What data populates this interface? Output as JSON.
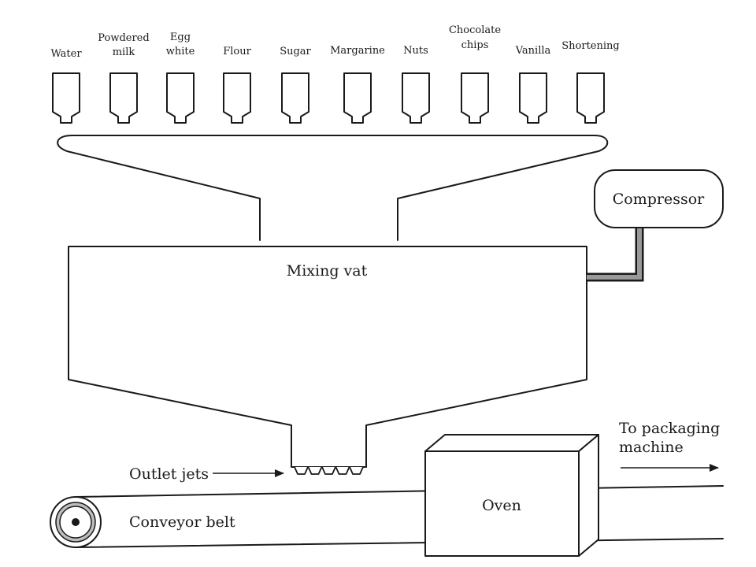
{
  "ingredients": [
    {
      "lines": [
        "Water"
      ]
    },
    {
      "lines": [
        "Powdered",
        "milk"
      ]
    },
    {
      "lines": [
        "Egg",
        "white"
      ]
    },
    {
      "lines": [
        "Flour"
      ]
    },
    {
      "lines": [
        "Sugar"
      ]
    },
    {
      "lines": [
        "Margarine"
      ]
    },
    {
      "lines": [
        "Nuts"
      ]
    },
    {
      "lines": [
        "Chocolate",
        "chips"
      ]
    },
    {
      "lines": [
        "Vanilla"
      ]
    },
    {
      "lines": [
        "Shortening"
      ]
    }
  ],
  "labels": {
    "compressor": "Compressor",
    "mixing_vat": "Mixing vat",
    "outlet_jets": "Outlet jets",
    "conveyor_belt": "Conveyor belt",
    "oven": "Oven",
    "to_packaging_line1": "To packaging",
    "to_packaging_line2": "machine"
  }
}
